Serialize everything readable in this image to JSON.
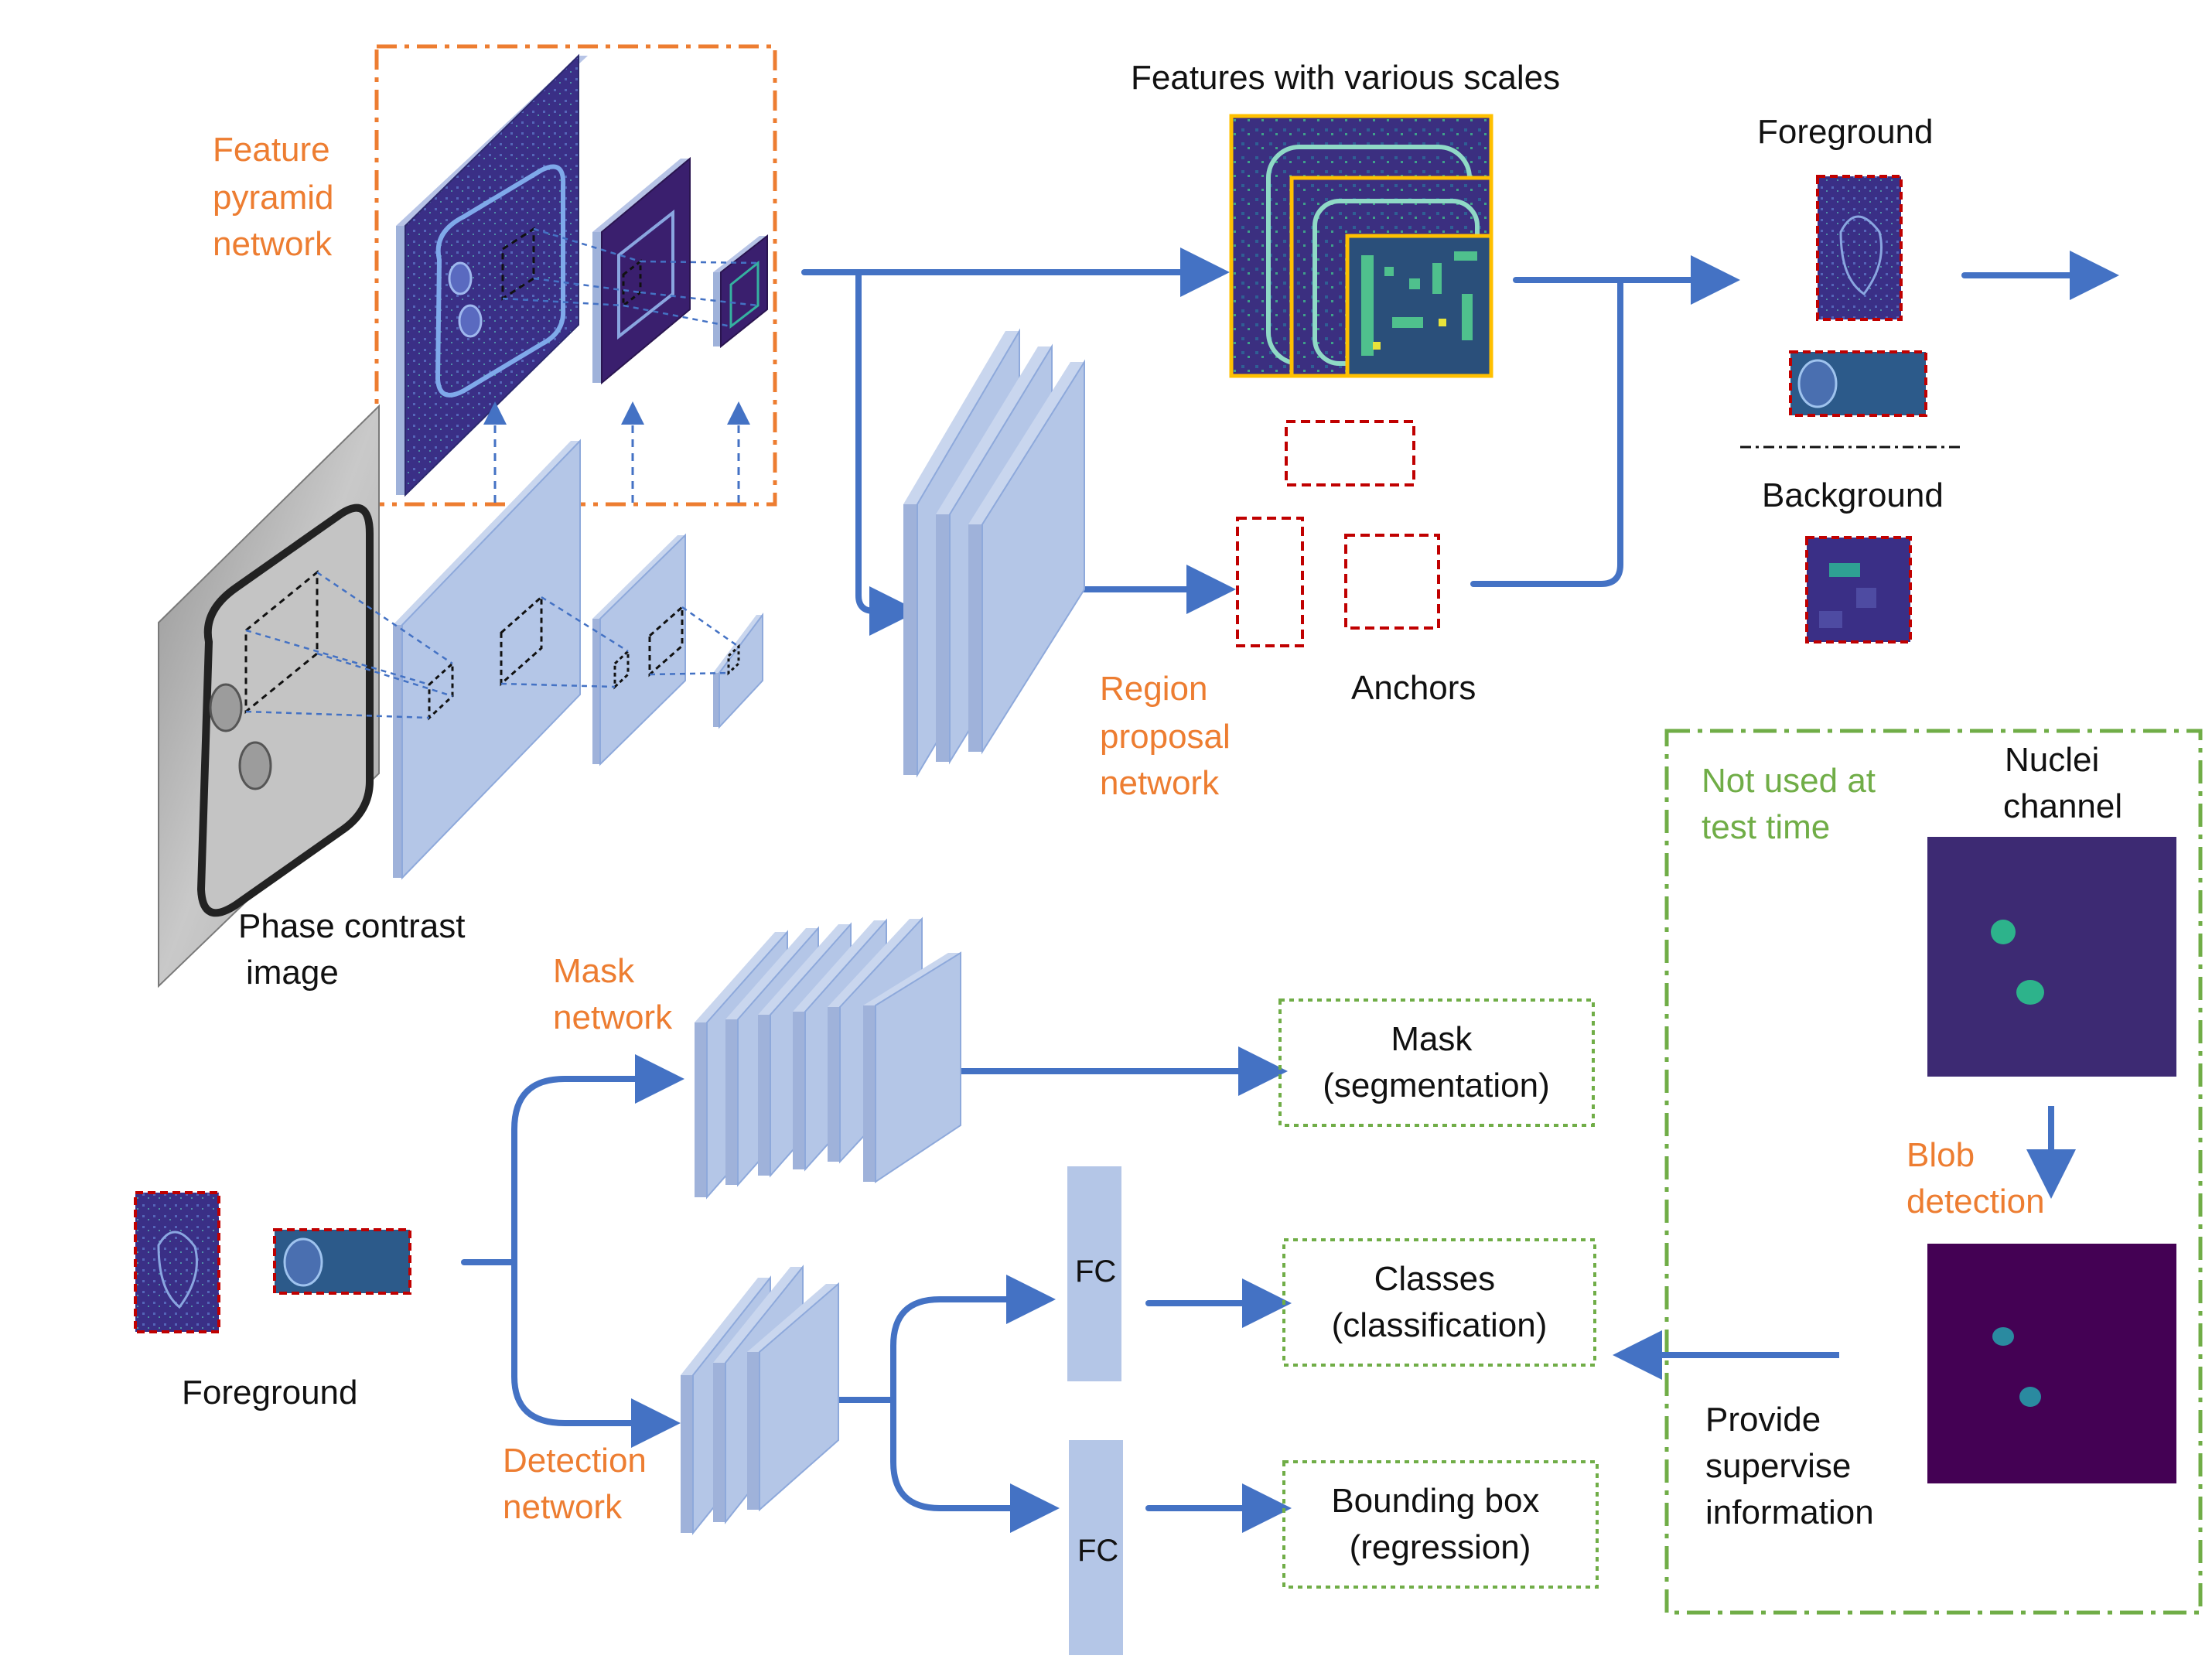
{
  "colors": {
    "arrow": "#4472C4",
    "layer_fill": "#B4C6E7",
    "layer_stroke": "#8EA9DB",
    "orange_accent": "#ED7D31",
    "green_accent": "#70AD47",
    "anchor_red": "#C00000",
    "feature_map": "#3B2E8C",
    "viridis_dark": "#440154",
    "viridis_teal": "#21A38A",
    "yellow_border": "#FFC000"
  },
  "labels": {
    "feature_pyramid_network": [
      "Feature",
      "pyramid",
      "network"
    ],
    "phase_contrast_image": [
      "Phase contrast",
      "image"
    ],
    "features_various_scales": "Features with various scales",
    "foreground_top": "Foreground",
    "background": "Background",
    "region_proposal_network": [
      "Region",
      "proposal",
      "network"
    ],
    "anchors": "Anchors",
    "not_used_at_test_time": [
      "Not used at",
      "test time"
    ],
    "nuclei_channel": [
      "Nuclei",
      "channel"
    ],
    "blob_detection": [
      "Blob",
      "detection"
    ],
    "provide_supervise_information": [
      "Provide",
      "supervise",
      "information"
    ],
    "mask_network": [
      "Mask",
      "network"
    ],
    "detection_network": [
      "Detection",
      "network"
    ],
    "foreground_bottom": "Foreground",
    "fc_top": "FC",
    "fc_bottom": "FC",
    "out_mask": [
      "Mask",
      "(segmentation)"
    ],
    "out_classes": [
      "Classes",
      "(classification)"
    ],
    "out_bbox": [
      "Bounding box",
      "(regression)"
    ]
  },
  "icons": {
    "flow_arrow": "arrow-right-icon",
    "dashed_arrow": "dashed-arrow-up-icon"
  }
}
